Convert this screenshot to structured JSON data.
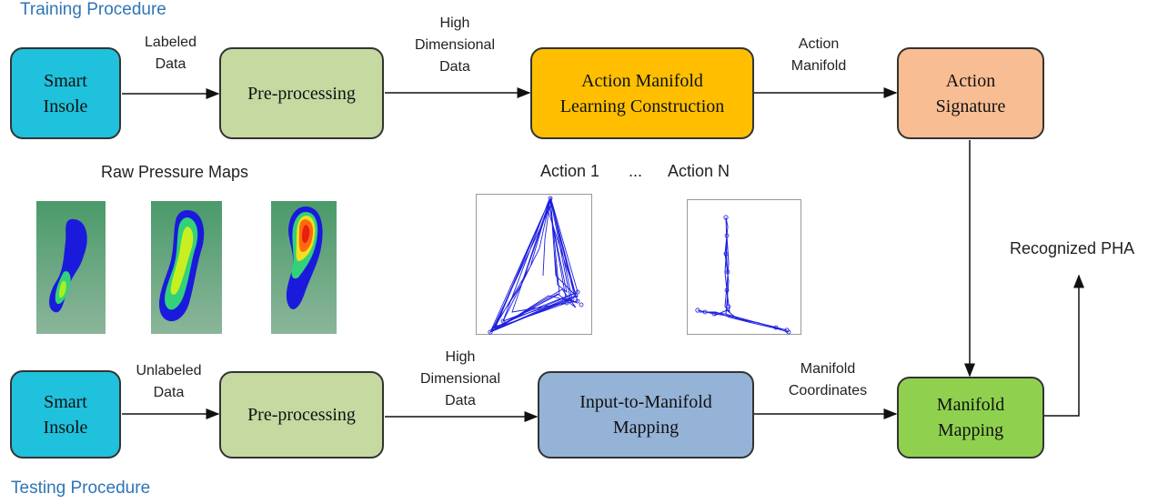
{
  "sections": {
    "training": "Training Procedure",
    "testing": "Testing Procedure"
  },
  "boxes": {
    "smart_insole_top": "Smart\nInsole",
    "preprocessing_top": "Pre-processing",
    "action_manifold": "Action Manifold\nLearning Construction",
    "action_signature": "Action\nSignature",
    "smart_insole_bottom": "Smart\nInsole",
    "preprocessing_bottom": "Pre-processing",
    "input_to_manifold": "Input-to-Manifold\nMapping",
    "manifold_mapping": "Manifold\nMapping"
  },
  "arrow_labels": {
    "labeled_data": "Labeled\nData",
    "high_dim_top": "High\nDimensional\nData",
    "action_manifold_lbl": "Action\nManifold",
    "unlabeled_data": "Unlabeled\nData",
    "high_dim_bottom": "High\nDimensional\nData",
    "manifold_coordinates": "Manifold\nCoordinates",
    "recognized": "Recognized PHA"
  },
  "captions": {
    "raw_pressure_maps": "Raw Pressure Maps",
    "action_1": "Action 1",
    "ellipsis": "...",
    "action_n": "Action N"
  },
  "colors": {
    "smart_insole": "#1fc1dc",
    "preprocessing": "#c5d9a1",
    "action_manifold": "#ffbf00",
    "action_signature": "#f8bd93",
    "input_to_manifold": "#95b3d7",
    "manifold_mapping": "#8fd14f",
    "section_title": "#2e75b6",
    "plot_line": "#1f1fe0"
  }
}
